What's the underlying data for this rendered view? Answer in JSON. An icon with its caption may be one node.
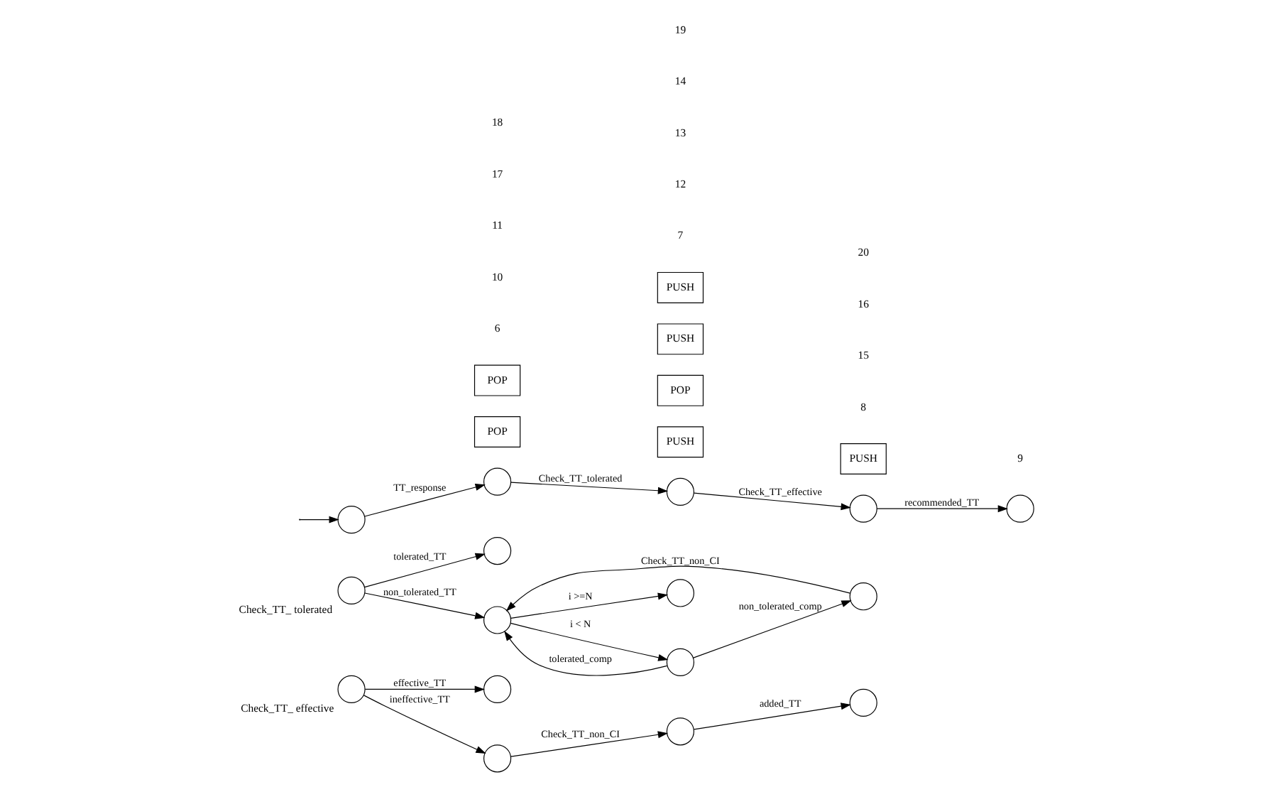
{
  "diagram": {
    "nodes": [
      {
        "text": [],
        "shape": "circle"
      },
      {
        "text": [],
        "shape": "circle"
      },
      {
        "text": [],
        "shape": "circle"
      },
      {
        "text": [],
        "shape": "circle"
      },
      {
        "text": [],
        "shape": "circle"
      },
      {
        "text": [
          "PUSH"
        ]
      },
      {
        "text": [
          "PUSH"
        ]
      },
      {
        "text": [],
        "shape": "circle"
      },
      {
        "text": [],
        "shape": "circle"
      },
      {
        "text": [
          "POP"
        ]
      },
      {
        "text": [
          "POP"
        ]
      },
      {
        "text": [],
        "shape": "circle",
        "beside": [
          "Check_TT_ tolerated"
        ]
      },
      {
        "text": [],
        "shape": "circle"
      },
      {
        "text": [],
        "shape": "circle"
      },
      {
        "text": [],
        "shape": "circle"
      },
      {
        "text": [
          "PUSH"
        ]
      },
      {
        "text": [],
        "shape": "circle"
      },
      {
        "text": [
          "POP"
        ]
      },
      {
        "text": [],
        "shape": "circle",
        "beside": [
          "Check_TT_ effective"
        ]
      },
      {
        "text": [],
        "shape": "circle"
      },
      {
        "text": [],
        "shape": "circle"
      },
      {
        "text": [],
        "shape": "circle"
      },
      {
        "text": [
          "PUSH"
        ]
      }
    ],
    "edges": [
      {
        "from": null,
        "to": 0,
        "arrow": "to"
      },
      {
        "from": 0,
        "to": 1,
        "arrow": "to",
        "label": "TT_response"
      },
      {
        "from": 1,
        "to": 2,
        "arrow": "to",
        "label": "Check_TT_tolerated"
      },
      {
        "from": 2,
        "to": 3,
        "arrow": "to",
        "label": "Check_TT_effective"
      },
      {
        "from": 3,
        "to": 4,
        "arrow": "to",
        "label": "recommended_TT"
      },
      {
        "from": 11,
        "to": 7,
        "arrow": "to",
        "label": "tolerated_TT"
      },
      {
        "from": 11,
        "to": 12,
        "arrow": "to",
        "label": "non_tolerated_TT"
      },
      {
        "from": 12,
        "to": 8,
        "arrow": "to",
        "label": "i >=N"
      },
      {
        "from": 12,
        "to": 13,
        "arrow": "to",
        "label": "i < N"
      },
      {
        "from": 13,
        "to": 12,
        "arrow": "to",
        "label": "tolerated_comp"
      },
      {
        "from": 13,
        "to": 14,
        "arrow": "to",
        "label": "non_tolerated_comp"
      },
      {
        "from": 14,
        "to": 12,
        "arrow": "to",
        "label": "Check_TT_non_CI"
      },
      {
        "from": 18,
        "to": 16,
        "arrow": "to",
        "label": "effective_TT"
      },
      {
        "from": 18,
        "to": 19,
        "arrow": "to",
        "label": "ineffective_TT"
      },
      {
        "from": 19,
        "to": 20,
        "arrow": "to",
        "label": "Check_TT_non_CI"
      },
      {
        "from": 20,
        "to": 21,
        "arrow": "to",
        "label": "added_TT"
      }
    ],
    "labels": [
      "6",
      "7",
      "8",
      "9",
      "10",
      "12",
      "11",
      "13",
      "14",
      "15",
      "16",
      "17",
      "18",
      "19",
      "20"
    ]
  }
}
